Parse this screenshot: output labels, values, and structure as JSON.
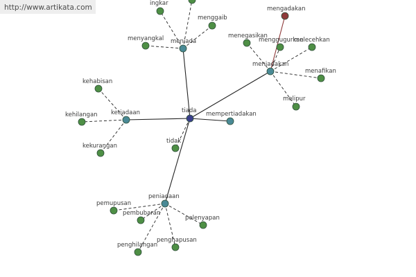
{
  "watermark_url": "http://www.artikata.com",
  "colors": {
    "center": "#3b3f8c",
    "hub": "#4a8a96",
    "leaf": "#4e8f45",
    "special": "#8e3a3a",
    "node_stroke": "#2f4f3a",
    "edge": "#222222"
  },
  "nodes": [
    {
      "id": "tiada",
      "label": "tiada",
      "kind": "center"
    },
    {
      "id": "meniada",
      "label": "meniada",
      "kind": "hub"
    },
    {
      "id": "ketiadaan",
      "label": "ketiadaan",
      "kind": "hub"
    },
    {
      "id": "meniadakan",
      "label": "meniadakan",
      "kind": "hub"
    },
    {
      "id": "peniadaan",
      "label": "peniadaan",
      "kind": "hub"
    },
    {
      "id": "mempertiadakan",
      "label": "mempertiadakan",
      "kind": "hub"
    },
    {
      "id": "tidak",
      "label": "tidak",
      "kind": "leaf"
    },
    {
      "id": "ingkar",
      "label": "ingkar",
      "kind": "leaf"
    },
    {
      "id": "top-cut",
      "label": "",
      "kind": "leaf"
    },
    {
      "id": "menggaib",
      "label": "menggaib",
      "kind": "leaf"
    },
    {
      "id": "menyangkal",
      "label": "menyangkal",
      "kind": "leaf"
    },
    {
      "id": "kehabisan",
      "label": "kehabisan",
      "kind": "leaf"
    },
    {
      "id": "kehilangan",
      "label": "kehilangan",
      "kind": "leaf"
    },
    {
      "id": "kekurangan",
      "label": "kekurangan",
      "kind": "leaf"
    },
    {
      "id": "mengadakan",
      "label": "mengadakan",
      "kind": "special"
    },
    {
      "id": "menegasikan",
      "label": "menegasikan",
      "kind": "leaf"
    },
    {
      "id": "menggugurkan",
      "label": "menggugurkan",
      "kind": "leaf"
    },
    {
      "id": "melecehkan",
      "label": "melecehkan",
      "kind": "leaf"
    },
    {
      "id": "menafikan",
      "label": "menafikan",
      "kind": "leaf"
    },
    {
      "id": "melipur",
      "label": "melipur",
      "kind": "leaf"
    },
    {
      "id": "pemupusan",
      "label": "pemupusan",
      "kind": "leaf"
    },
    {
      "id": "pembubaran",
      "label": "pembubaran",
      "kind": "leaf"
    },
    {
      "id": "pelenyapan",
      "label": "pelenyapan",
      "kind": "leaf"
    },
    {
      "id": "penghilangan",
      "label": "penghilangan",
      "kind": "leaf"
    },
    {
      "id": "penghapusan",
      "label": "penghapusan",
      "kind": "leaf"
    }
  ],
  "edges": [
    {
      "from": "tiada",
      "to": "meniada",
      "style": "solid"
    },
    {
      "from": "tiada",
      "to": "ketiadaan",
      "style": "solid"
    },
    {
      "from": "tiada",
      "to": "meniadakan",
      "style": "solid"
    },
    {
      "from": "tiada",
      "to": "peniadaan",
      "style": "solid"
    },
    {
      "from": "tiada",
      "to": "mempertiadakan",
      "style": "solid"
    },
    {
      "from": "tiada",
      "to": "tidak",
      "style": "dashed"
    },
    {
      "from": "meniada",
      "to": "ingkar",
      "style": "dashed"
    },
    {
      "from": "meniada",
      "to": "top-cut",
      "style": "dashed"
    },
    {
      "from": "meniada",
      "to": "menggaib",
      "style": "dashed"
    },
    {
      "from": "meniada",
      "to": "menyangkal",
      "style": "dashed"
    },
    {
      "from": "ketiadaan",
      "to": "kehabisan",
      "style": "dashed"
    },
    {
      "from": "ketiadaan",
      "to": "kehilangan",
      "style": "dashed"
    },
    {
      "from": "ketiadaan",
      "to": "kekurangan",
      "style": "dashed"
    },
    {
      "from": "meniadakan",
      "to": "mengadakan",
      "style": "solid-red"
    },
    {
      "from": "meniadakan",
      "to": "menegasikan",
      "style": "dashed"
    },
    {
      "from": "meniadakan",
      "to": "menggugurkan",
      "style": "dashed"
    },
    {
      "from": "meniadakan",
      "to": "melecehkan",
      "style": "dashed"
    },
    {
      "from": "meniadakan",
      "to": "menafikan",
      "style": "dashed"
    },
    {
      "from": "meniadakan",
      "to": "melipur",
      "style": "dashed"
    },
    {
      "from": "peniadaan",
      "to": "pemupusan",
      "style": "dashed"
    },
    {
      "from": "peniadaan",
      "to": "pembubaran",
      "style": "dashed"
    },
    {
      "from": "peniadaan",
      "to": "pelenyapan",
      "style": "dashed"
    },
    {
      "from": "peniadaan",
      "to": "penghilangan",
      "style": "dashed"
    },
    {
      "from": "peniadaan",
      "to": "penghapusan",
      "style": "dashed"
    }
  ]
}
